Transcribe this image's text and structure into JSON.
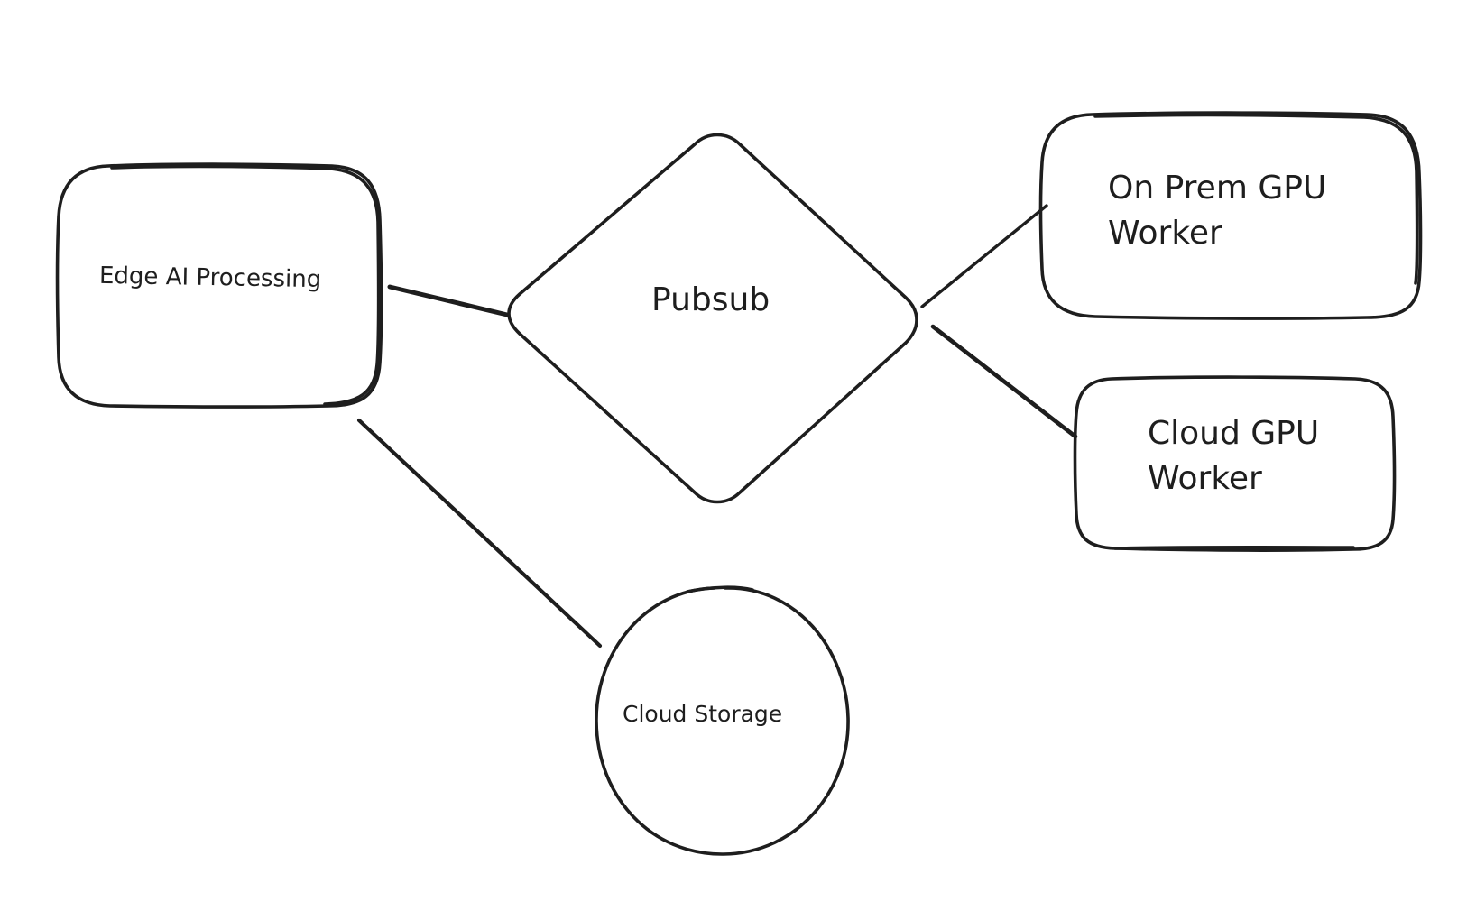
{
  "nodes": {
    "edge_ai": {
      "label": "Edge AI Processing"
    },
    "pubsub": {
      "label": "Pubsub"
    },
    "on_prem_gpu": {
      "label": "On Prem GPU\nWorker"
    },
    "cloud_gpu": {
      "label": "Cloud GPU\nWorker"
    },
    "cloud_storage": {
      "label": "Cloud Storage"
    }
  },
  "stroke_color": "#1e1e1e",
  "background_color": "#ffffff"
}
